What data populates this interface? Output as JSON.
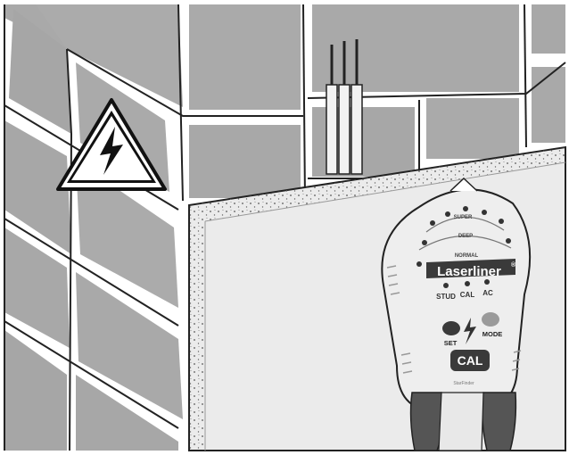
{
  "illustration": {
    "warning_sign": {
      "icon": "high-voltage-warning-icon",
      "color": "#111111"
    },
    "device": {
      "brand": "Laserliner",
      "registered_mark": "®",
      "depth_modes": [
        "SUPER",
        "DEEP",
        "NORMAL"
      ],
      "indicators": [
        "STUD",
        "CAL",
        "AC"
      ],
      "buttons": {
        "set": "SET",
        "mode": "MODE",
        "cal": "CAL"
      },
      "model_stamp": "StarFinder",
      "grip_color": "#555555"
    },
    "colors": {
      "brick": "#a9a9a9",
      "mortar": "#f2f2f2",
      "drywall": "#e9e9e9",
      "device_body": "#eeeeee",
      "cal_button": "#3a3a3a"
    }
  }
}
